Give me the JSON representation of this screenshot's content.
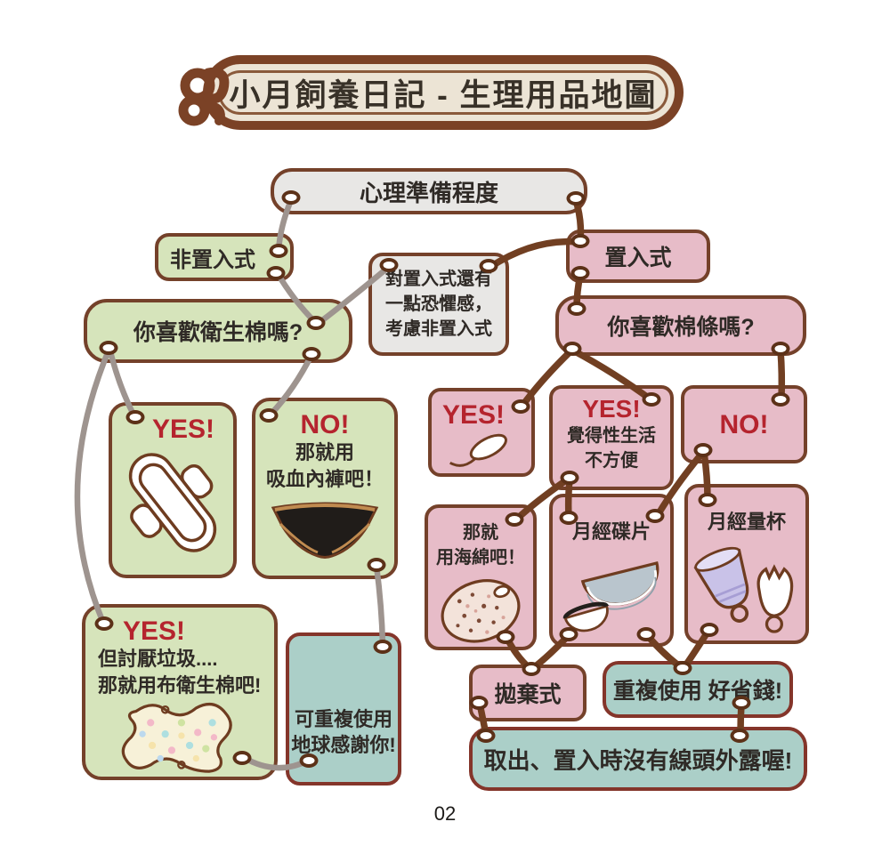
{
  "page": {
    "title": "小月飼養日記 - 生理用品地圖",
    "page_number": "02"
  },
  "colors": {
    "background": "#ffffff",
    "outline_brown": "#74412a",
    "teal_outline": "#84352a",
    "green_fill": "#d6e4bb",
    "pink_fill": "#e7bcc8",
    "teal_fill": "#abcfc8",
    "gray_fill": "#e8e7e5",
    "banner_fill": "#ece4d5",
    "accent_red": "#b5242e",
    "string_gray": "#9e948f",
    "string_brown": "#713f22"
  },
  "nodes": {
    "root": {
      "label": "心理準備程度"
    },
    "non_insert": {
      "label": "非置入式"
    },
    "q_pad": {
      "label": "你喜歡衛生棉嗎?"
    },
    "fear_note": {
      "line1": "對置入式還有",
      "line2": "一點恐懼感，",
      "line3": "考慮非置入式"
    },
    "insert": {
      "label": "置入式"
    },
    "q_tampon": {
      "label": "你喜歡棉條嗎?"
    },
    "pad_yes": {
      "answer": "YES!"
    },
    "pad_no": {
      "answer": "NO!",
      "line1": "那就用",
      "line2": "吸血內褲吧！"
    },
    "tampon_yes": {
      "answer": "YES!"
    },
    "tampon_yes_sex": {
      "answer": "YES!",
      "line1": "覺得性生活",
      "line2": "不方便"
    },
    "tampon_no": {
      "answer": "NO!"
    },
    "sponge": {
      "line1": "那就",
      "line2": "用海綿吧！"
    },
    "disc": {
      "label": "月經碟片"
    },
    "cup": {
      "label": "月經量杯"
    },
    "cloth_yes": {
      "answer": "YES!",
      "line1": "但討厭垃圾....",
      "line2": "那就用布衛生棉吧!"
    },
    "reusable_earth": {
      "line1": "可重複使用",
      "line2": "地球感謝你!"
    },
    "disposable": {
      "label": "拋棄式"
    },
    "reusable_money": {
      "label": "重複使用 好省錢!"
    },
    "no_string": {
      "label": "取出、置入時沒有線頭外露喔!"
    }
  },
  "icons": {
    "knot": "rope-knot-icon",
    "pad": "sanitary-pad-icon",
    "underwear": "period-underwear-icon",
    "tampon": "tampon-icon",
    "sponge": "sponge-icon",
    "disc": "menstrual-disc-icon",
    "cup": "menstrual-cup-icon",
    "cloth_pad": "cloth-pad-icon"
  },
  "edges": [
    {
      "from": "root",
      "to": "non_insert"
    },
    {
      "from": "root",
      "to": "insert"
    },
    {
      "from": "non_insert",
      "to": "q_pad"
    },
    {
      "from": "insert",
      "to": "fear_note"
    },
    {
      "from": "fear_note",
      "to": "q_pad"
    },
    {
      "from": "insert",
      "to": "q_tampon"
    },
    {
      "from": "q_pad",
      "to": "pad_yes"
    },
    {
      "from": "q_pad",
      "to": "pad_no"
    },
    {
      "from": "q_pad",
      "to": "cloth_yes"
    },
    {
      "from": "pad_no",
      "to": "reusable_earth"
    },
    {
      "from": "cloth_yes",
      "to": "reusable_earth"
    },
    {
      "from": "q_tampon",
      "to": "tampon_yes"
    },
    {
      "from": "q_tampon",
      "to": "tampon_yes_sex"
    },
    {
      "from": "q_tampon",
      "to": "tampon_no"
    },
    {
      "from": "tampon_yes_sex",
      "to": "sponge"
    },
    {
      "from": "tampon_yes_sex",
      "to": "disc"
    },
    {
      "from": "tampon_no",
      "to": "disc"
    },
    {
      "from": "tampon_no",
      "to": "cup"
    },
    {
      "from": "sponge",
      "to": "disposable"
    },
    {
      "from": "disc",
      "to": "disposable"
    },
    {
      "from": "disc",
      "to": "reusable_money"
    },
    {
      "from": "cup",
      "to": "reusable_money"
    },
    {
      "from": "disposable",
      "to": "no_string"
    },
    {
      "from": "reusable_money",
      "to": "no_string"
    }
  ]
}
